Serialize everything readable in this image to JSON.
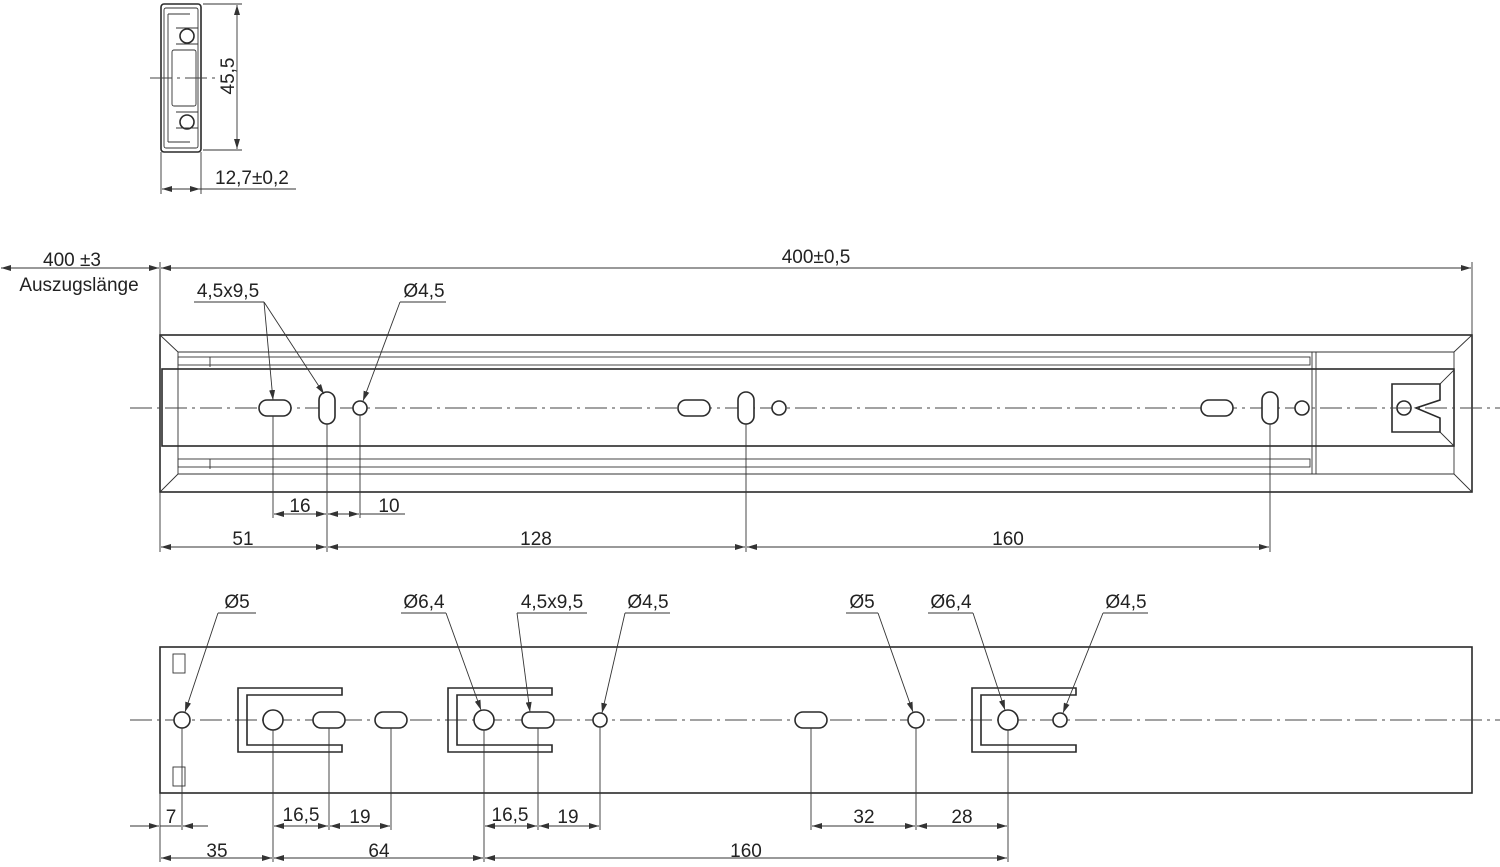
{
  "colors": {
    "line": "#2a2a2a",
    "background": "#ffffff"
  },
  "section_view": {
    "height_dim": "45,5",
    "width_dim": "12,7±0,2"
  },
  "top_view": {
    "extension_length": "400 ±3",
    "extension_label": "Auszugslänge",
    "overall_length": "400±0,5",
    "slot_callout": "4,5x9,5",
    "hole_callout": "Ø4,5",
    "dims": {
      "d16": "16",
      "d10": "10",
      "d51": "51",
      "d128": "128",
      "d160": "160"
    }
  },
  "bottom_view": {
    "callouts": {
      "hole5_a": "Ø5",
      "hole64_a": "Ø6,4",
      "slot_a": "4,5x9,5",
      "hole45_a": "Ø4,5",
      "hole5_b": "Ø5",
      "hole64_b": "Ø6,4",
      "hole45_b": "Ø4,5"
    },
    "dims": {
      "d7": "7",
      "d16_5_a": "16,5",
      "d19_a": "19",
      "d16_5_b": "16,5",
      "d19_b": "19",
      "d32": "32",
      "d28": "28",
      "d35": "35",
      "d64": "64",
      "d160": "160"
    }
  }
}
